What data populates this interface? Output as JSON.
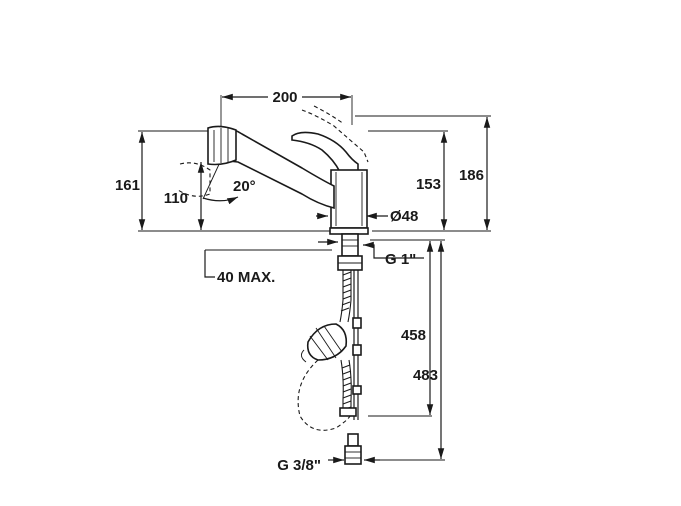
{
  "dimensions": {
    "spout_reach": "200",
    "height_161": "161",
    "height_110": "110",
    "angle": "20°",
    "height_153": "153",
    "height_186": "186",
    "diameter": "Ø48",
    "thread_top": "G 1\"",
    "max_thickness": "40 MAX.",
    "length_458": "458",
    "length_483": "483",
    "thread_bottom": "G 3/8\""
  }
}
